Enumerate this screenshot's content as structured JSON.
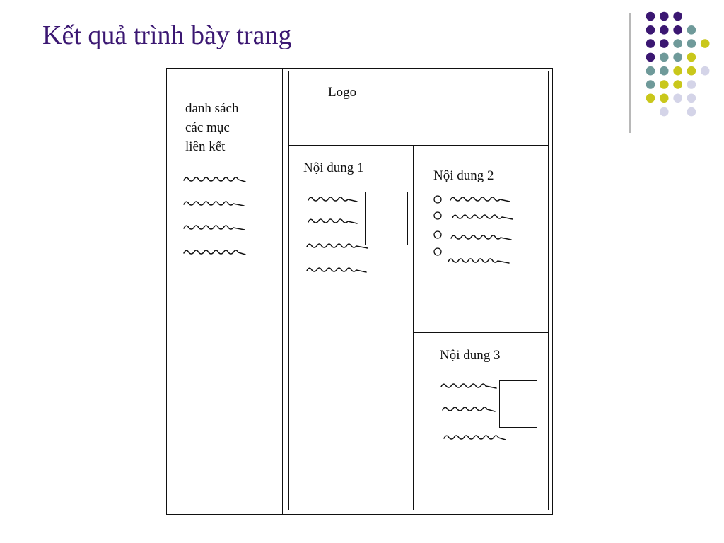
{
  "title": "Kết quả trình bày trang",
  "colors": {
    "title": "#3B1772",
    "dot_purple": "#3B1772",
    "dot_teal": "#6F9A9A",
    "dot_yellow": "#C9C71B",
    "dot_lavender": "#D4D4E8",
    "divider": "#888888"
  },
  "dot_rows": [
    [
      "purple",
      "purple",
      "purple",
      "",
      "",
      "",
      ""
    ],
    [
      "purple",
      "purple",
      "purple",
      "teal",
      "",
      "",
      ""
    ],
    [
      "purple",
      "purple",
      "teal",
      "teal",
      "yellow",
      "",
      ""
    ],
    [
      "purple",
      "teal",
      "teal",
      "yellow",
      "",
      "",
      ""
    ],
    [
      "teal",
      "teal",
      "yellow",
      "yellow",
      "lavender",
      "",
      ""
    ],
    [
      "teal",
      "yellow",
      "yellow",
      "lavender",
      "",
      "",
      ""
    ],
    [
      "yellow",
      "yellow",
      "lavender",
      "lavender",
      "",
      "",
      ""
    ],
    [
      "",
      "lavender",
      "",
      "lavender",
      "",
      "",
      ""
    ]
  ],
  "layout": {
    "sidebar": {
      "lines": [
        "danh sách",
        "các mục",
        "liên kết"
      ],
      "item_count": 4
    },
    "header": {
      "label": "Logo"
    },
    "content1": {
      "label": "Nội dung 1",
      "item_count": 4,
      "has_image": true
    },
    "content2": {
      "label": "Nội  dung 2",
      "item_count": 4,
      "bulleted": true
    },
    "content3": {
      "label": "Nội dung 3",
      "item_count": 3,
      "has_image": true
    }
  }
}
